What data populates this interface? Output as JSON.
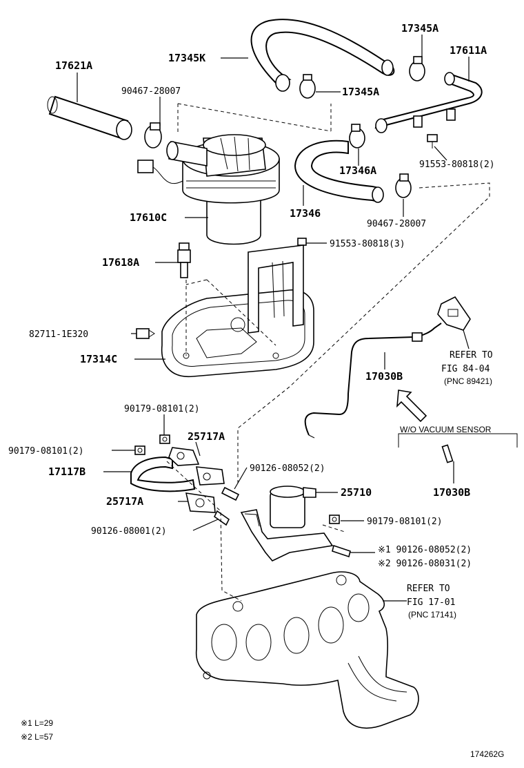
{
  "labels": {
    "p17621A": "17621A",
    "p90467_top": "90467-28007",
    "p17345K": "17345K",
    "p17345A_top": "17345A",
    "p17345A_mid": "17345A",
    "p17611A": "17611A",
    "p17346A": "17346A",
    "p91553_2": "91553-80818(2)",
    "p17346": "17346",
    "p90467_bot": "90467-28007",
    "p17610C": "17610C",
    "p91553_3": "91553-80818(3)",
    "p17618A": "17618A",
    "p82711": "82711-1E320",
    "p17314C": "17314C",
    "refer84_l1": "REFER TO",
    "refer84_l2": "FIG 84-04",
    "refer84_l3": "(PNC 89421)",
    "p17030B_a": "17030B",
    "wo_vacuum": "W/O VACUUM SENSOR",
    "p17030B_b": "17030B",
    "p90179_a": "90179-08101(2)",
    "p90179_b": "90179-08101(2)",
    "p25717A_a": "25717A",
    "p17117B": "17117B",
    "p90126_08052_a": "90126-08052(2)",
    "p25710": "25710",
    "p25717A_b": "25717A",
    "p90179_c": "90179-08101(2)",
    "p90126_08001": "90126-08001(2)",
    "p90126_08052_b": "※1 90126-08052(2)",
    "p90126_08031": "※2 90126-08031(2)",
    "refer17_l1": "REFER TO",
    "refer17_l2": "FIG 17-01",
    "refer17_l3": "(PNC 17141)",
    "note1": "※1 L=29",
    "note2": "※2 L=57",
    "fig_code": "174262G"
  }
}
